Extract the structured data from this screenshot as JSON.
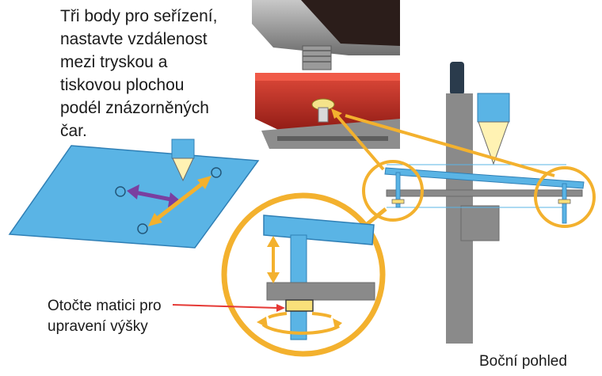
{
  "instructions": {
    "lines": [
      "Tři body pro seřízení,",
      "nastavte vzdálenost",
      "mezi tryskou a",
      "tiskovou plochou",
      "podél znázorněných",
      "čar."
    ]
  },
  "nut_callout": {
    "lines": [
      "Otočte matici pro",
      "upravení výšky"
    ]
  },
  "side_view_label": "Boční pohled",
  "colors": {
    "bed_blue": "#5ab4e5",
    "bed_edge": "#2f7fb5",
    "frame_gray": "#8a8a8a",
    "highlight_orange": "#f3b12e",
    "nozzle_cone": "#fff2b3",
    "nut_yellow": "#f9e07a",
    "arrow_purple": "#7a3fa0",
    "pointer_red": "#e53935",
    "photo_red": "#c42a22"
  }
}
